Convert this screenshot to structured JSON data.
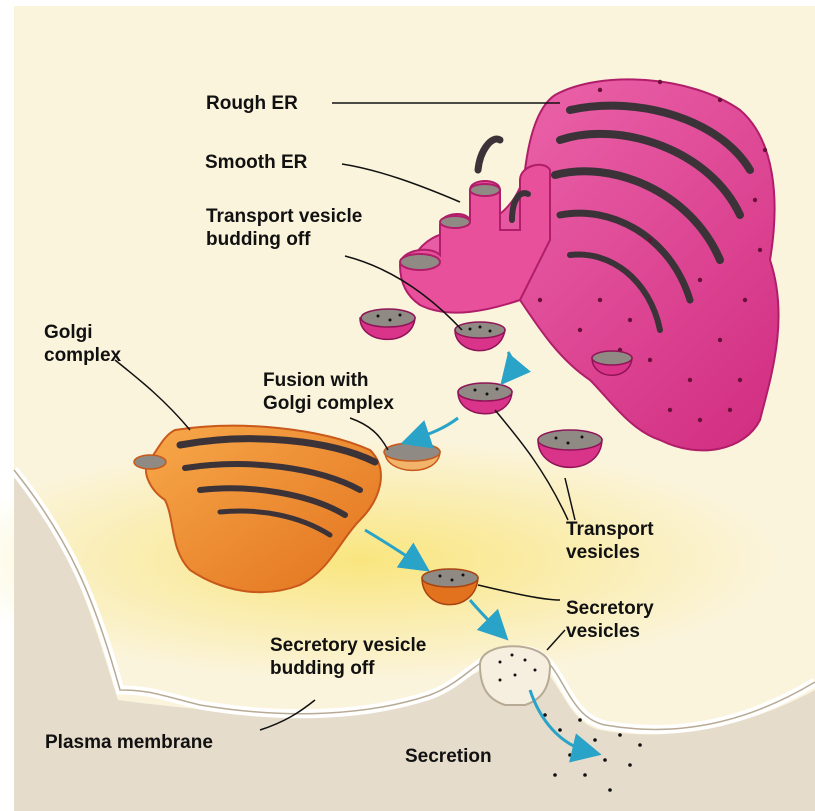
{
  "labels": {
    "rough_er": "Rough ER",
    "smooth_er": "Smooth ER",
    "transport_vesicle_budding": "Transport vesicle\nbudding off",
    "golgi_complex": "Golgi\ncomplex",
    "fusion_with_golgi": "Fusion with\nGolgi complex",
    "transport_vesicles": "Transport\nvesicles",
    "secretory_vesicles": "Secretory\nvesicles",
    "secretory_vesicle_budding": "Secretory vesicle\nbudding off",
    "plasma_membrane": "Plasma membrane",
    "secretion": "Secretion"
  },
  "colors": {
    "cytoplasm": "#fbf4dc",
    "cytoplasm_glow": "#f9e57a",
    "outside_cell": "#e6dccb",
    "er_pink": "#e23f93",
    "er_dark": "#b01e6a",
    "ribosome": "#6a0e3a",
    "golgi_orange": "#f0892c",
    "golgi_dark": "#c8591a",
    "lumen": "#3b3338",
    "arrow_blue": "#2aa3c8"
  }
}
